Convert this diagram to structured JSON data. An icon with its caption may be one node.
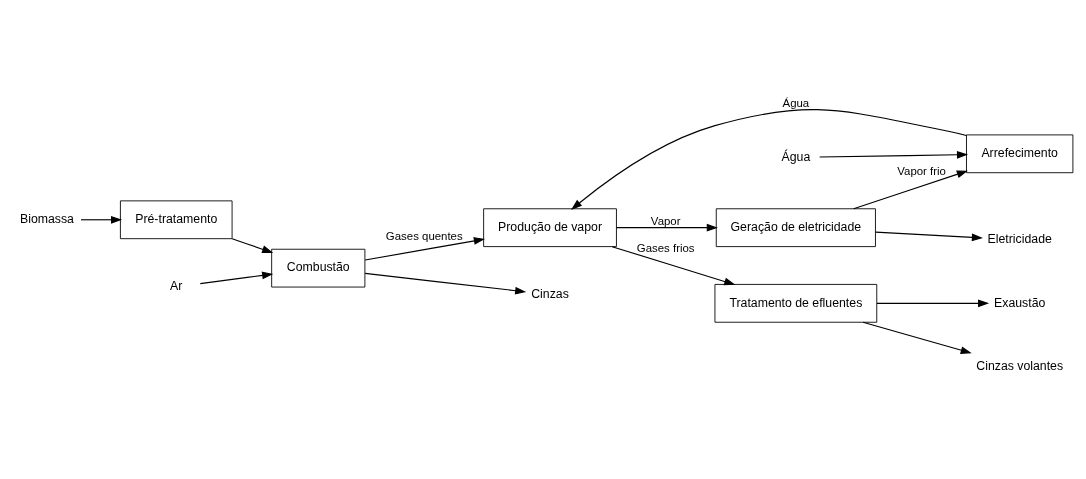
{
  "diagram": {
    "nodes": [
      {
        "text": [
          "Biomassa"
        ]
      },
      {
        "text": [
          "Pré-tratamento"
        ]
      },
      {
        "text": [
          "Ar"
        ]
      },
      {
        "text": [
          "Combustão"
        ]
      },
      {
        "text": [
          "Água"
        ]
      },
      {
        "text": [
          "Arrefecimento"
        ]
      },
      {
        "text": [
          "Produção de vapor"
        ]
      },
      {
        "text": [
          "Geração de eletricidade"
        ]
      },
      {
        "text": [
          "Eletricidade"
        ]
      },
      {
        "text": [
          "Cinzas"
        ]
      },
      {
        "text": [
          "Tratamento de efluentes"
        ]
      },
      {
        "text": [
          "Exaustão"
        ]
      },
      {
        "text": [
          "Cinzas volantes"
        ]
      }
    ],
    "edges": [
      {
        "from": 0,
        "to": 1,
        "arrow": "to"
      },
      {
        "from": 1,
        "to": 3,
        "arrow": "to"
      },
      {
        "from": 2,
        "to": 3,
        "arrow": "to"
      },
      {
        "from": 3,
        "to": 6,
        "arrow": "to",
        "label": "Gases quentes"
      },
      {
        "from": 3,
        "to": 9,
        "arrow": "to"
      },
      {
        "from": 6,
        "to": 7,
        "arrow": "to",
        "label": "Vapor"
      },
      {
        "from": 7,
        "to": 5,
        "arrow": "to",
        "label": "Vapor frio"
      },
      {
        "from": 4,
        "to": 5,
        "arrow": "to"
      },
      {
        "from": 5,
        "to": 6,
        "arrow": "to",
        "label": "Água"
      },
      {
        "from": 7,
        "to": 8,
        "arrow": "to"
      },
      {
        "from": 6,
        "to": 10,
        "arrow": "to",
        "label": "Gases frios"
      },
      {
        "from": 10,
        "to": 11,
        "arrow": "to"
      },
      {
        "from": 10,
        "to": 12,
        "arrow": "to"
      }
    ]
  }
}
